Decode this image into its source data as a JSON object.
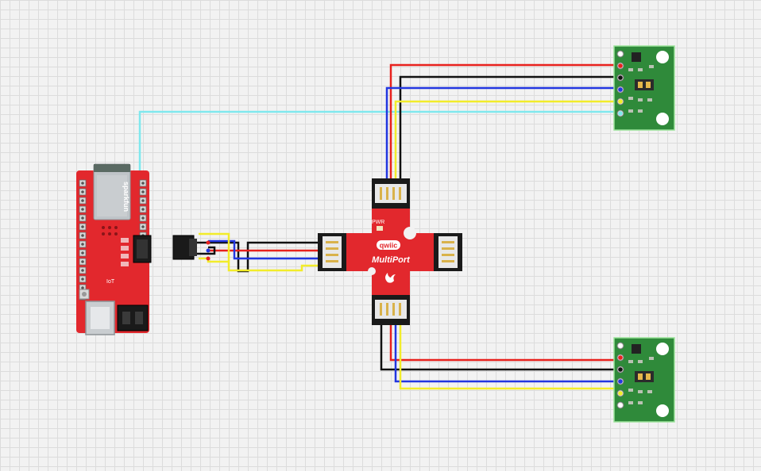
{
  "colors": {
    "board_red": "#e2282d",
    "sensor_green": "#2f8a3a",
    "wire_red": "#e8211d",
    "wire_black": "#111111",
    "wire_blue": "#2236e0",
    "wire_yellow": "#f2ec2a",
    "wire_cyan": "#7fe8ee"
  },
  "microcontroller": {
    "brand": "sparkfun",
    "label": "IoT"
  },
  "multiport": {
    "logo": "qwiic",
    "name": "MultiPort",
    "pwr_label": "PWR"
  },
  "components": [
    {
      "name": "microcontroller-board"
    },
    {
      "name": "qwic-cable-adapter"
    },
    {
      "name": "multiport-hub"
    },
    {
      "name": "sensor-module-top"
    },
    {
      "name": "sensor-module-bottom"
    }
  ]
}
